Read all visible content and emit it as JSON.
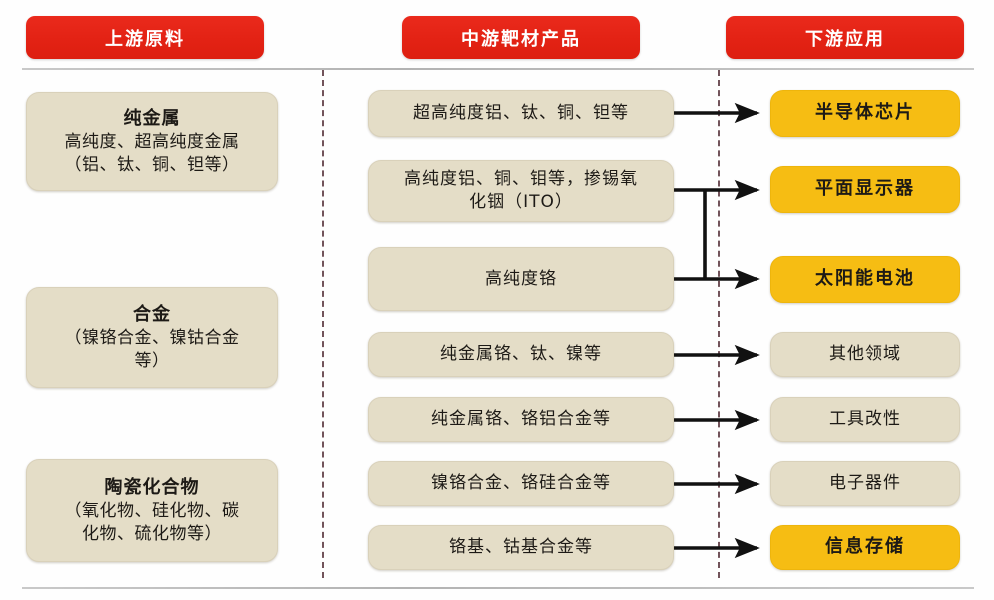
{
  "header": {
    "columns": [
      {
        "label": "上游原料"
      },
      {
        "label": "中游靶材产品"
      },
      {
        "label": "下游应用"
      }
    ]
  },
  "upstream": {
    "items": [
      {
        "title": "纯金属",
        "sub1": "高纯度、超高纯度金属",
        "sub2": "（铝、钛、铜、钽等）"
      },
      {
        "title": "合金",
        "sub1": "（镍铬合金、镍钴合金",
        "sub2": "等）"
      },
      {
        "title": "陶瓷化合物",
        "sub1": "（氧化物、硅化物、碳",
        "sub2": "化物、硫化物等）"
      }
    ]
  },
  "midstream": {
    "items": [
      {
        "line1": "超高纯度铝、钛、铜、钽等",
        "line2": ""
      },
      {
        "line1": "高纯度铝、铜、钼等，掺锡氧",
        "line2": "化铟（ITO）"
      },
      {
        "line1": "高纯度铬",
        "line2": ""
      },
      {
        "line1": "纯金属铬、钛、镍等",
        "line2": ""
      },
      {
        "line1": "纯金属铬、铬铝合金等",
        "line2": ""
      },
      {
        "line1": "镍铬合金、铬硅合金等",
        "line2": ""
      },
      {
        "line1": "铬基、钴基合金等",
        "line2": ""
      }
    ]
  },
  "downstream": {
    "items": [
      {
        "label": "半导体芯片",
        "highlight": true
      },
      {
        "label": "平面显示器",
        "highlight": true
      },
      {
        "label": "太阳能电池",
        "highlight": true
      },
      {
        "label": "其他领域",
        "highlight": false
      },
      {
        "label": "工具改性",
        "highlight": false
      },
      {
        "label": "电子器件",
        "highlight": false
      },
      {
        "label": "信息存储",
        "highlight": true
      }
    ]
  },
  "colors": {
    "header_red": "#e32214",
    "box_beige": "#e4ddc7",
    "box_amber": "#f6bd13",
    "connector": "#111111",
    "divider": "#b3b3b3",
    "dashed_divider": "#6b4a52"
  }
}
